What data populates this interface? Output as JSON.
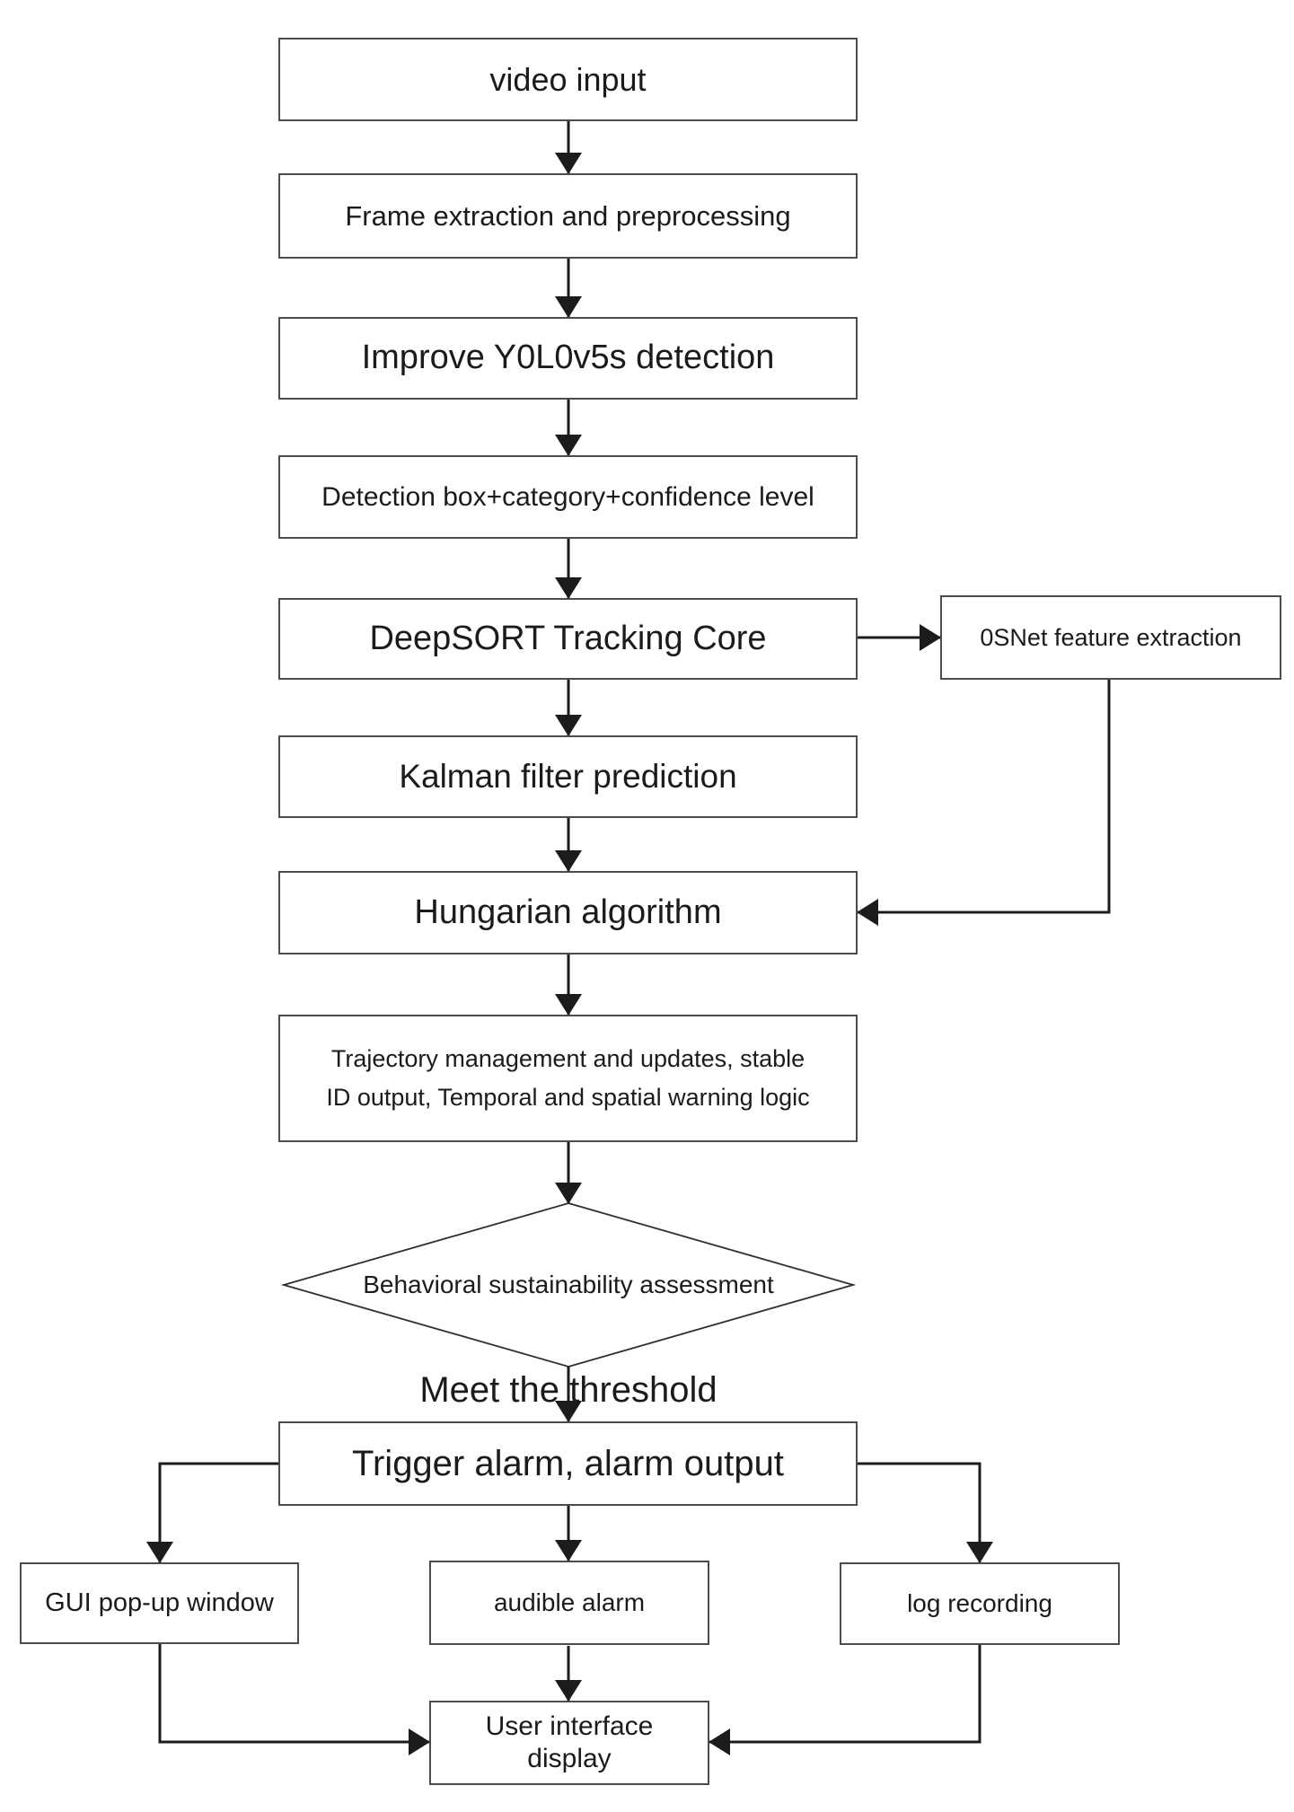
{
  "nodes": {
    "video_input": "video input",
    "frame_extraction": "Frame extraction and preprocessing",
    "improve_yolo": "Improve Y0L0v5s detection",
    "detection_output": "Detection box+category+confidence level",
    "deepsort_core": "DeepSORT Tracking Core",
    "osnet": "0SNet feature extraction",
    "kalman": "Kalman filter prediction",
    "hungarian": "Hungarian algorithm",
    "trajectory_line1": "Trajectory management and updates, stable",
    "trajectory_line2": "ID output, Temporal and spatial warning logic",
    "decision": "Behavioral sustainability assessment",
    "decision_result": "Meet the threshold",
    "trigger_alarm": "Trigger alarm, alarm output",
    "gui_popup": "GUI pop-up window",
    "audible_alarm": "audible alarm",
    "log_recording": "log recording",
    "ui_display": "User interface display"
  },
  "colors": {
    "background": "#ffffff",
    "box_border": "#4c4c4c",
    "text": "#1b1b1b",
    "connector": "#1c1c1c"
  }
}
